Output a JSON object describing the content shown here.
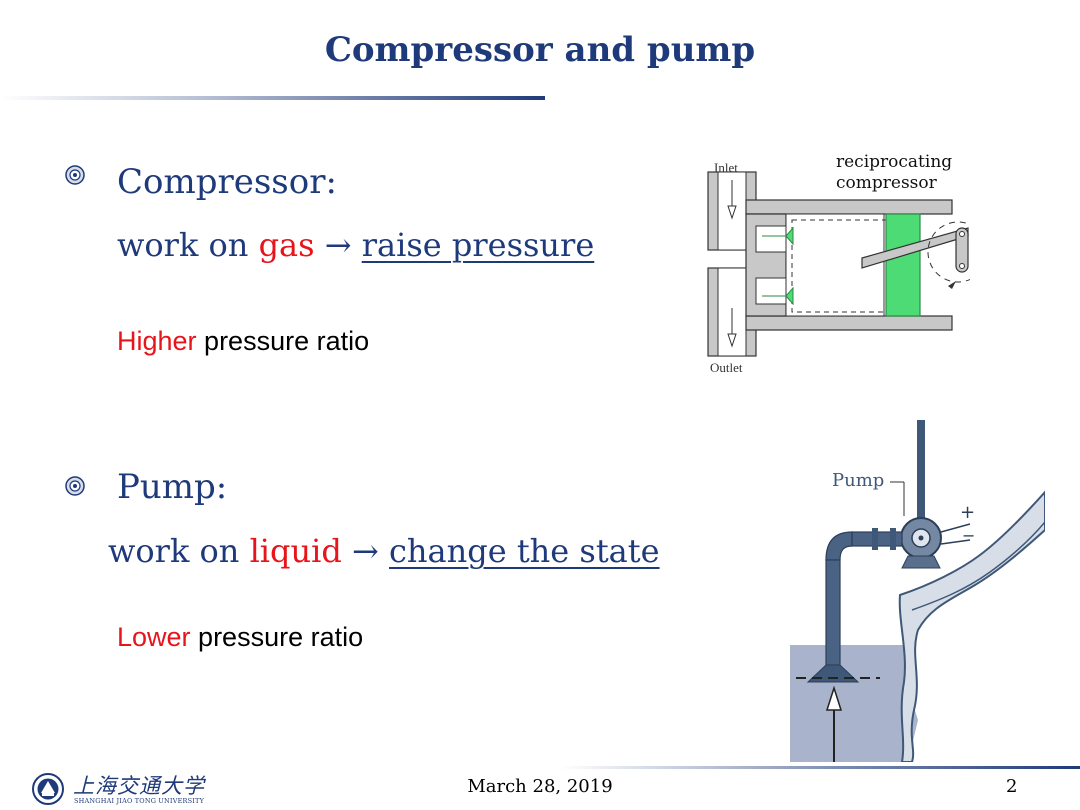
{
  "slide": {
    "title": "Compressor and pump"
  },
  "compressor": {
    "heading": "Compressor:",
    "line_prefix": "work on ",
    "line_highlight": "gas",
    "line_arrow": " → ",
    "line_result": "raise pressure",
    "note_highlight": "Higher",
    "note_rest": " pressure ratio"
  },
  "pump": {
    "heading": "Pump:",
    "line_prefix": "work on ",
    "line_highlight": "liquid",
    "line_arrow": " → ",
    "line_result": "change the state",
    "note_highlight": "Lower",
    "note_rest": " pressure ratio"
  },
  "compressor_diagram": {
    "inlet_label": "Inlet",
    "outlet_label": "Outlet",
    "caption_line1": "reciprocating",
    "caption_line2": "compressor",
    "piston_color": "#4ddb75"
  },
  "pump_diagram": {
    "pump_label": "Pump",
    "plus_label": "+",
    "minus_label": "−",
    "pipe_color": "#3f5877",
    "water_color": "#a9b4cc"
  },
  "footer": {
    "date": "March 28, 2019",
    "page_number": "2",
    "logo_cn": "上海交通大学",
    "logo_en": "SHANGHAI JIAO TONG UNIVERSITY"
  },
  "colors": {
    "heading_blue": "#1f3a7a",
    "highlight_red": "#e8141b"
  }
}
